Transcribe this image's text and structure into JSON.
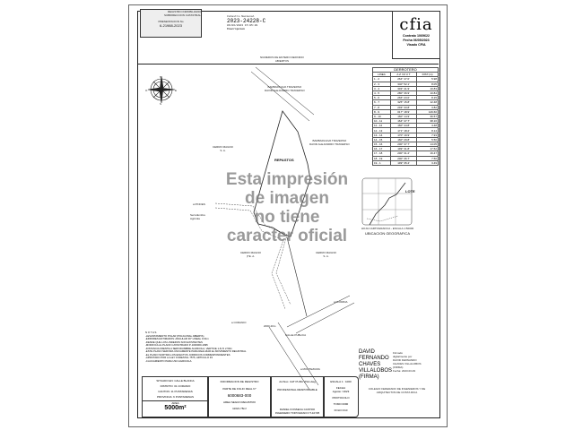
{
  "stamp": {
    "title": "REGISTRO INMOBILIARIO",
    "sub": "SUBDIRECCION CATASTRAL",
    "label": "PRESENTACION No",
    "number": "6-21988-2023"
  },
  "header": {
    "catastro": "Catastro Nacional",
    "plan_number": "2023-24228-C",
    "datetime": "06/06/2023 15:05:29",
    "status": "Inscripcion",
    "numbering": "NUMEROS DE ENTERO DEFINIDO",
    "sub": "ABIERTOS"
  },
  "cfia": {
    "logo": "cfia",
    "contract": "Contrato 1069622",
    "date": "Fecha 06/05/2023",
    "visado": "Visado CFIA"
  },
  "derrotero": {
    "title": "DERROTERO",
    "headers": [
      "LINEA",
      "A Z I M U T",
      "DIST.(m)"
    ],
    "rows": [
      [
        "1 - 2",
        "264° 47.0'",
        "5.98"
      ],
      [
        "2 - 3",
        "340° 52.1'",
        "8.05"
      ],
      [
        "3 - 4",
        "303° 41.9'",
        "10.83"
      ],
      [
        "4 - 5",
        "280° 36.9'",
        "10.84"
      ],
      [
        "5 - 6",
        "266° 23.0'",
        "8.15"
      ],
      [
        "6 - 7",
        "325° 15.8'",
        "12.48"
      ],
      [
        "7 - 8",
        "293° 33.8'",
        "3.82"
      ],
      [
        "8 - 9",
        "017° 18.9'",
        "129.60"
      ],
      [
        "9 - 10",
        "160° 14.9'",
        "36.57"
      ],
      [
        "10 - 11",
        "164° 47.7'",
        "38.16"
      ],
      [
        "11 - 12",
        "160° 44.8'",
        "4.48"
      ],
      [
        "12 - 13",
        "171° 18.2'",
        "8.14"
      ],
      [
        "13 - 14",
        "170° 19.9'",
        "7.93"
      ],
      [
        "14 - 15",
        "160° 29.8'",
        "5.50"
      ],
      [
        "15 - 16",
        "200° 37.7'",
        "14.05"
      ],
      [
        "16 - 17",
        "199° 31.8'",
        "17.52"
      ],
      [
        "17 - 18",
        "200° 31.2'",
        "16.47"
      ],
      [
        "18 - 19",
        "200° 36.7'",
        "7.50"
      ],
      [
        "19 - 1",
        "199° 35.4'",
        "3.49"
      ]
    ]
  },
  "map": {
    "owners_n": [
      "BARBARA EVA TRAVERSO",
      "DAVID ALEJANDRO TRAVERSO"
    ],
    "owners_e": [
      "BARBARA EVA TRAVERSO",
      "DAVID ALEJANDRO TRAVERSO"
    ],
    "cerro_w": [
      "CERRO MAGNO",
      "S. A."
    ],
    "cerro_e": [
      "CERRO MAGNO",
      "S. A."
    ],
    "cerro_s": [
      "CERRO MAGNO",
      "(TE. A."
    ],
    "lot": "REPASTOS",
    "to_pinoes": "a PINOES",
    "to_florida": "a FLORIDA",
    "to_coranio": "a CORANIO",
    "to_montezuma": "a MONTEZUMA",
    "road": "CALLE PUBLICA",
    "servidumbre": "Servidumbre Agricola",
    "width": "2060.40m",
    "compass": [
      "N",
      "S",
      "E",
      "O"
    ]
  },
  "location": {
    "lot": "LOTE",
    "scale": "HOJA CARTOGRAFICA - ESCALA 1:50000",
    "title": "UBICACION GEOGRAFICA"
  },
  "watermark": [
    "Esta impresión",
    "de imagen",
    "no tiene",
    "caracter oficial"
  ],
  "notes": {
    "title": "N O T A S",
    "lines": [
      "-LEVANTAMIENTO POLAR (POLIGONAL ABIERTA)",
      "-ERRORES ESTIMADOS: ANGULAR 30\" LINEAL 0.01m",
      "-DESDE QUE LOS LINDEROS SON EXISTENTES",
      "-MODIFICA AL PLANO CATASTRADO P-1000000-1995",
      "-DISTANCIA FRENTE A SERVIDUMBRE AGRICOLA, VERTICE 1 Al 8: 2.50m",
      "-ESTE PLANO SERVIRA UNICAMENTE PARA REALIZAR EL MOVIMIENTO REGISTRAL",
      "-EL PLANO SURTIRA LOS EFECTOS JURIDICOS CORRESPONDIENTES",
      "-APROTADO POR LA LEY FORESTAL 7575, ARTICULO 33",
      "-CAUCAMIENTO PARA USO AGRICOLA"
    ]
  },
  "titleblock": {
    "location": [
      "SITUADO EN: CALLE BLANCA",
      "DISTRITO: 01 CORANIO",
      "CANTON: 11 PUNTARENAS",
      "PROVINCIA: 6 PUNTARENAS"
    ],
    "area_label": "AREA",
    "area": "5000m²",
    "reg_title": "INFORMACION DE REGISTRO",
    "reg_parte": "PARTE DE FOLIO REAL N°",
    "reg_number": "6000683-000",
    "reg_area": "AREA SEGUN REGISTRO",
    "reg_area_val": "11021.78m²",
    "archivo": "Archivo: CAT PURA VISA.dwg",
    "prof_title": "PROFESIONAL RESPONSABLE",
    "prof": [
      "DANIEL FONSECA CASTRO",
      "INGENIERO TOPOGRAFO IT-10725"
    ],
    "escala": "ESCALA 1 : 1000",
    "fecha_label": "FECHA",
    "fecha": "Agosto / 2023",
    "protocolo": "PROTOCOLO",
    "tomo": "TOMO 0090",
    "folio": "FOLIO 010"
  },
  "signature": {
    "name": [
      "DAVID",
      "FERNANDO",
      "CHAVES",
      "VILLALOBOS",
      "(FIRMA)"
    ],
    "digital": [
      "Firmado",
      "digitalmente por",
      "DAVID FERNANDO",
      "CHAVES VILLALOBOS",
      "(FIRMA)",
      "Fecha: 2023.03.29"
    ],
    "colegio": "COLEGIO FEDERADO DE INGENIEROS Y DE ARQUITECTOS DE COSTA RICA"
  }
}
